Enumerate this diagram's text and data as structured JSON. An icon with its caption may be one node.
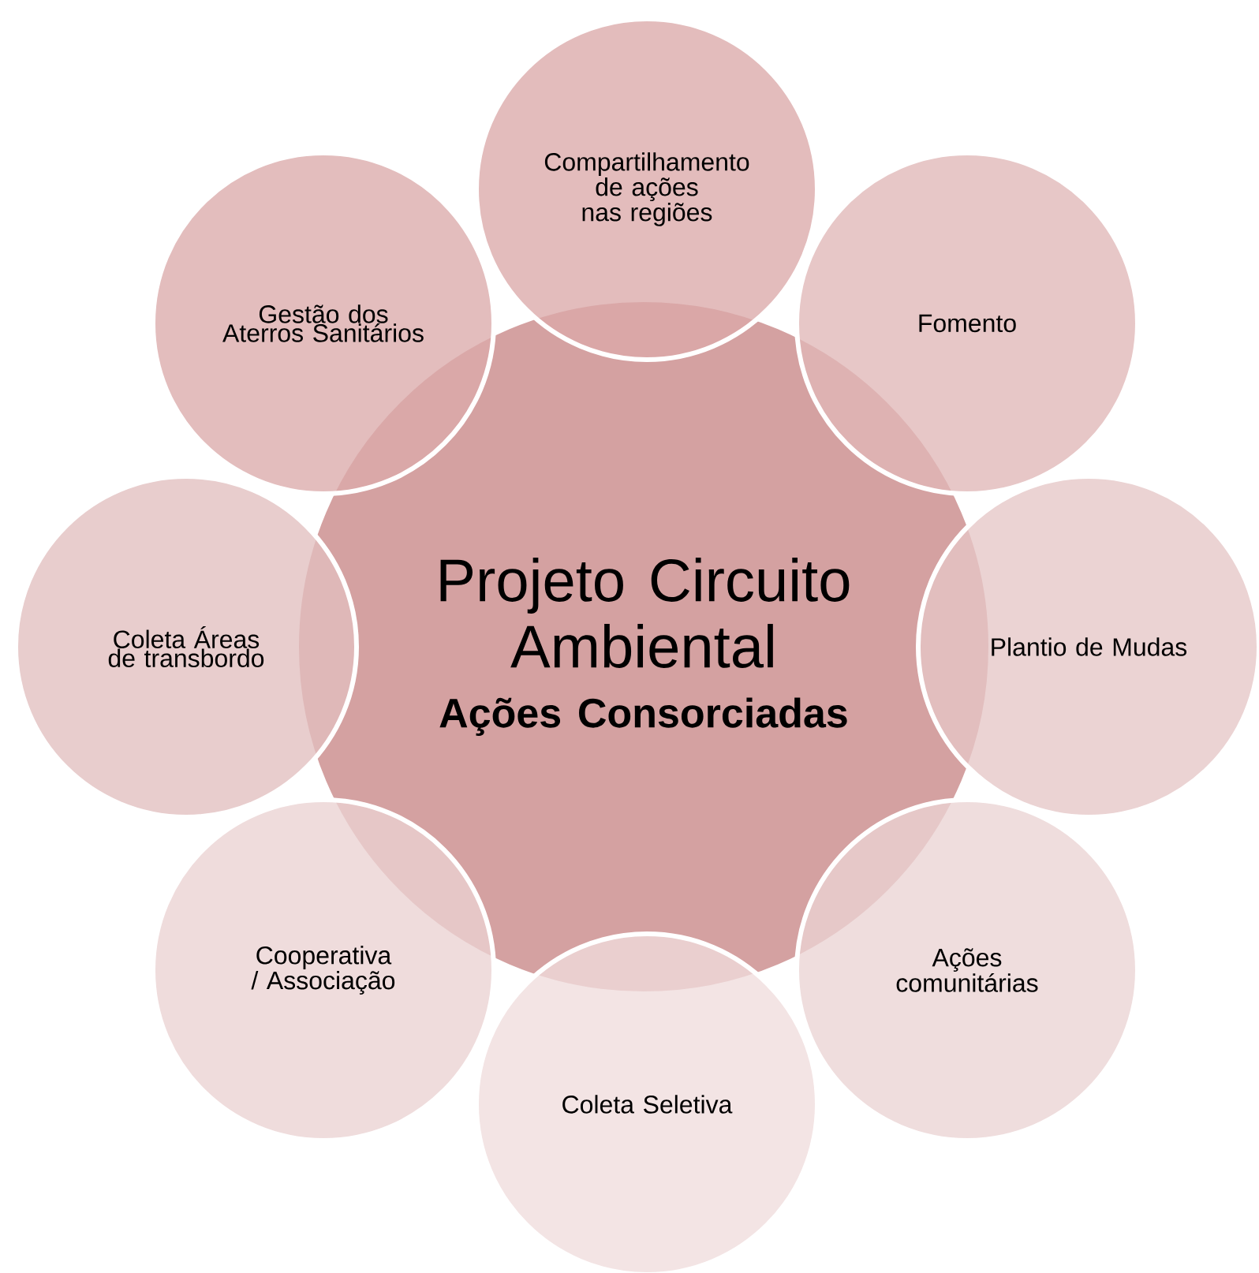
{
  "diagram": {
    "nodes": [
      {
        "text": [
          "Projeto Circuito Ambiental",
          "Ações Consorciadas"
        ]
      },
      {
        "text": [
          "Compartilhamento de ações nas regiões"
        ]
      },
      {
        "text": [
          "Fomento"
        ]
      },
      {
        "text": [
          "Plantio de Mudas"
        ]
      },
      {
        "text": [
          "Ações comunitárias"
        ]
      },
      {
        "text": [
          "Coleta Seletiva"
        ]
      },
      {
        "text": [
          "Cooperativa / Associação"
        ]
      },
      {
        "text": [
          "Coleta Áreas de transbordo"
        ]
      },
      {
        "text": [
          "Gestão dos Aterros Sanitários"
        ]
      }
    ]
  }
}
